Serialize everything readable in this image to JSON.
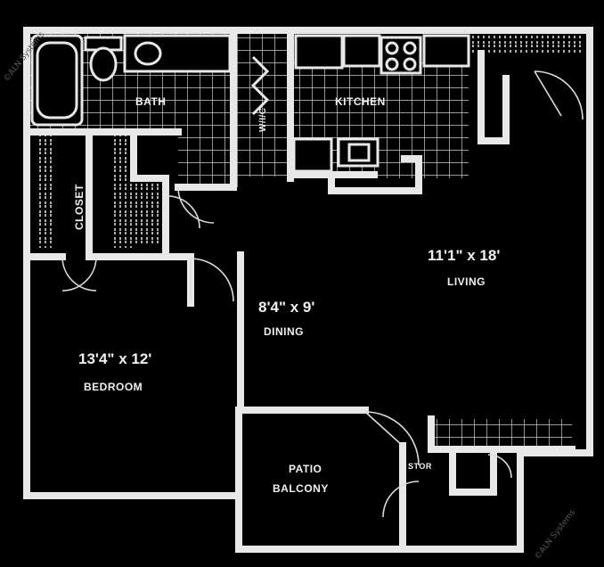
{
  "rooms": {
    "bath": {
      "name": "BATH"
    },
    "closet": {
      "name": "CLOSET"
    },
    "wic": {
      "name": "W/I/C"
    },
    "kitchen": {
      "name": "KITCHEN"
    },
    "living": {
      "name": "LIVING",
      "dims": "11'1\" x 18'"
    },
    "dining": {
      "name": "DINING",
      "dims": "8'4\" x 9'"
    },
    "bedroom": {
      "name": "BEDROOM",
      "dims": "13'4\" x 12'"
    },
    "patio": {
      "name_line1": "PATIO",
      "name_line2": "BALCONY"
    },
    "storage": {
      "name": "STOR"
    }
  },
  "watermark": "©ALN Systems"
}
